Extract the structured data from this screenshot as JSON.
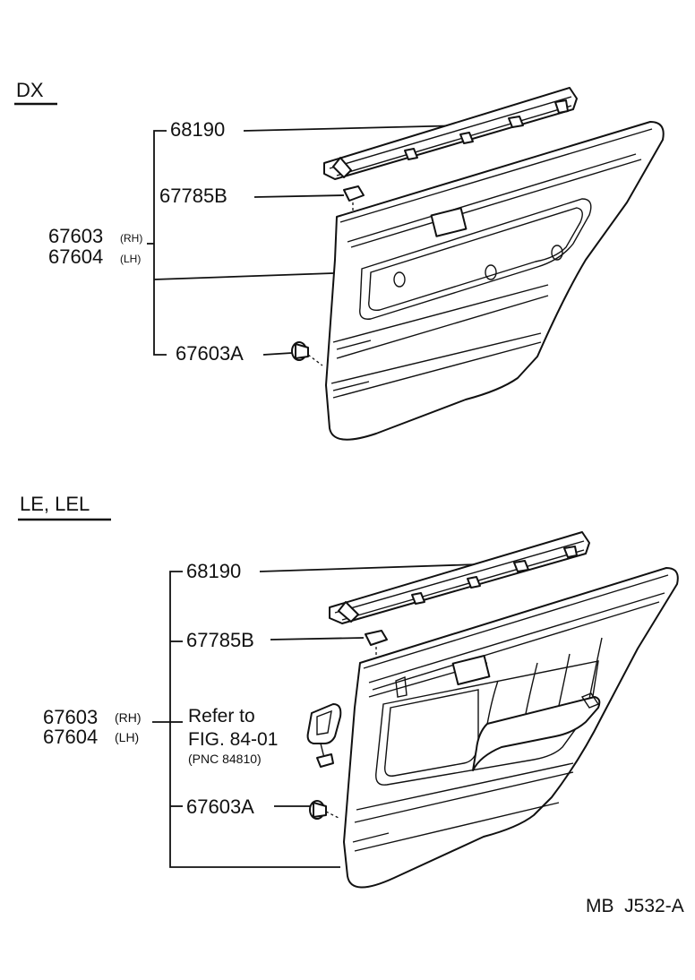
{
  "sections": [
    {
      "heading": "DX",
      "labels": {
        "molding": "68190",
        "clip": "67785B",
        "board_rh": "67603",
        "board_rh_side": "(RH)",
        "board_lh": "67604",
        "board_lh_side": "(LH)",
        "fastener": "67603A"
      }
    },
    {
      "heading": "LE, LEL",
      "labels": {
        "molding": "68190",
        "clip": "67785B",
        "board_rh": "67603",
        "board_rh_side": "(RH)",
        "board_lh": "67604",
        "board_lh_side": "(LH)",
        "fastener": "67603A",
        "refer_line1": "Refer to",
        "refer_line2": "FIG. 84-01",
        "refer_line3": "(PNC 84810)"
      }
    }
  ],
  "footer_code": "MB  J532-A"
}
